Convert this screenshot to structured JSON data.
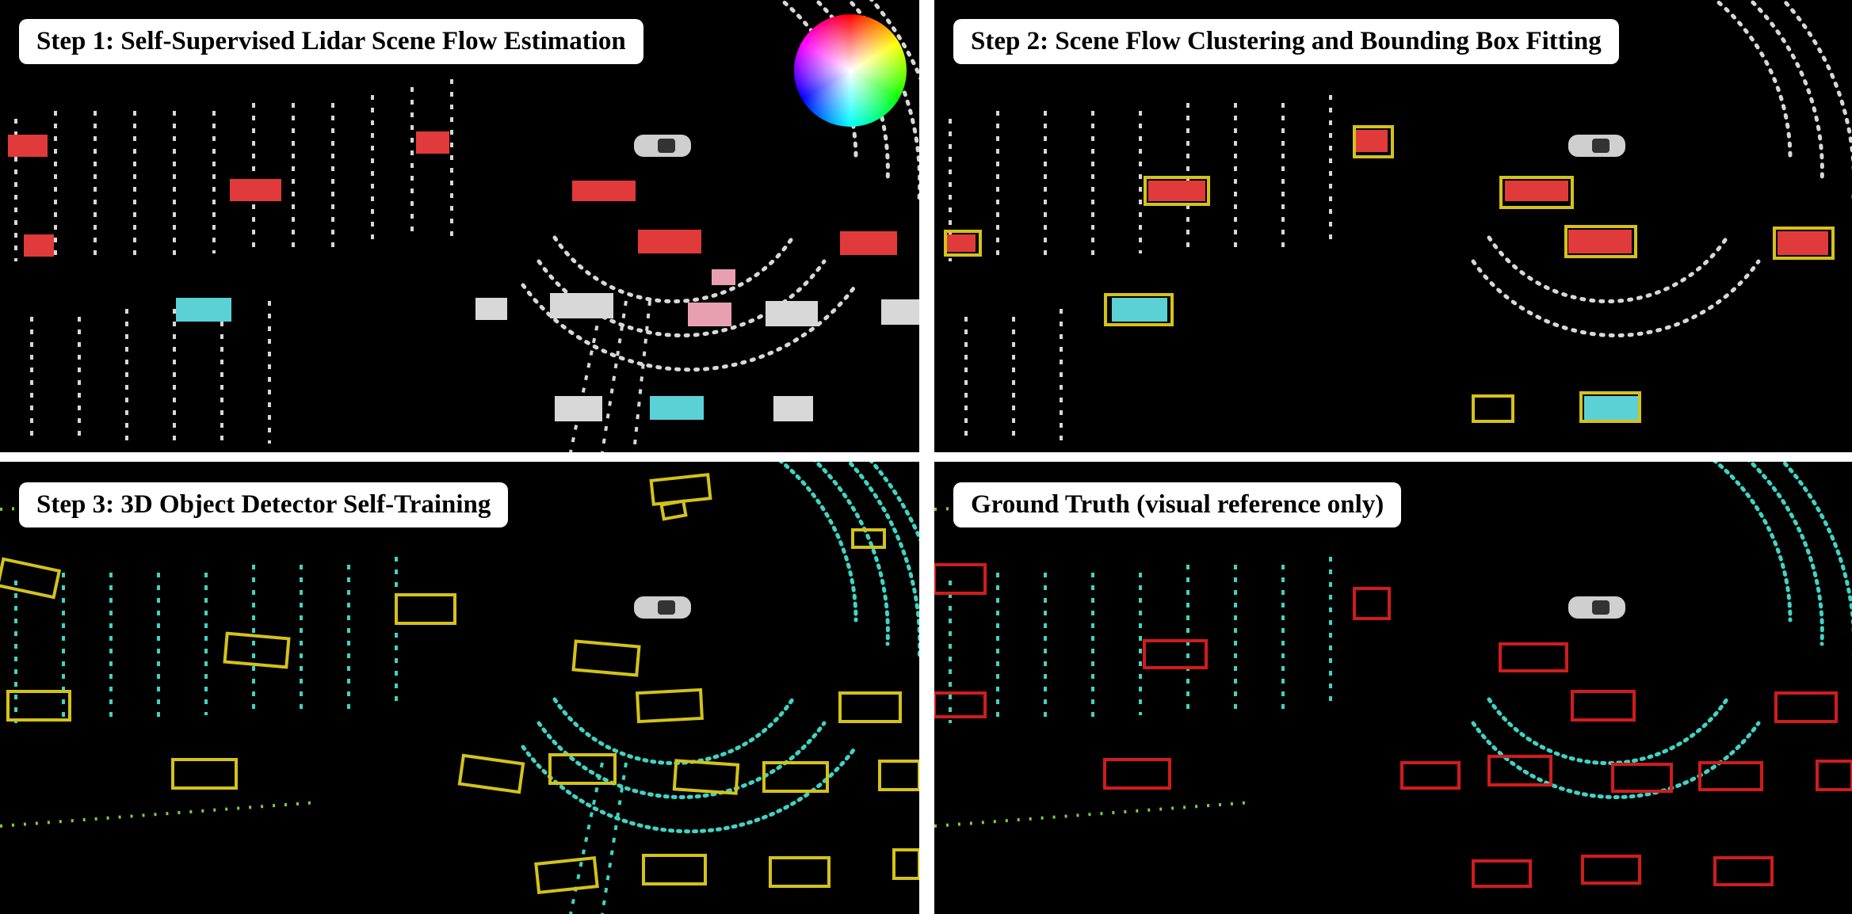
{
  "panels": [
    {
      "id": "step1",
      "title": "Step 1: Self-Supervised Lidar Scene Flow Estimation",
      "colors": {
        "points": "#d8d8d8",
        "moving": "#e03a3a",
        "cyan": "#5bd1d6",
        "pink": "#e8a0b0"
      },
      "icons": [
        "color-wheel-icon",
        "ego-car-icon"
      ]
    },
    {
      "id": "step2",
      "title": "Step 2: Scene Flow Clustering and Bounding Box Fitting",
      "colors": {
        "points": "#d8d8d8",
        "moving": "#e03a3a",
        "box": "#d4c21a"
      },
      "icons": [
        "ego-car-icon"
      ]
    },
    {
      "id": "step3",
      "title": "Step 3: 3D Object Detector Self-Training",
      "colors": {
        "points": "#3fd4c4",
        "far": "#7ccf3a",
        "box": "#d4c21a"
      },
      "icons": [
        "ego-car-icon"
      ]
    },
    {
      "id": "gt",
      "title": "Ground Truth (visual reference only)",
      "colors": {
        "points": "#3fd4c4",
        "far": "#7ccf3a",
        "box": "#d01c1c"
      },
      "icons": [
        "ego-car-icon"
      ]
    }
  ]
}
